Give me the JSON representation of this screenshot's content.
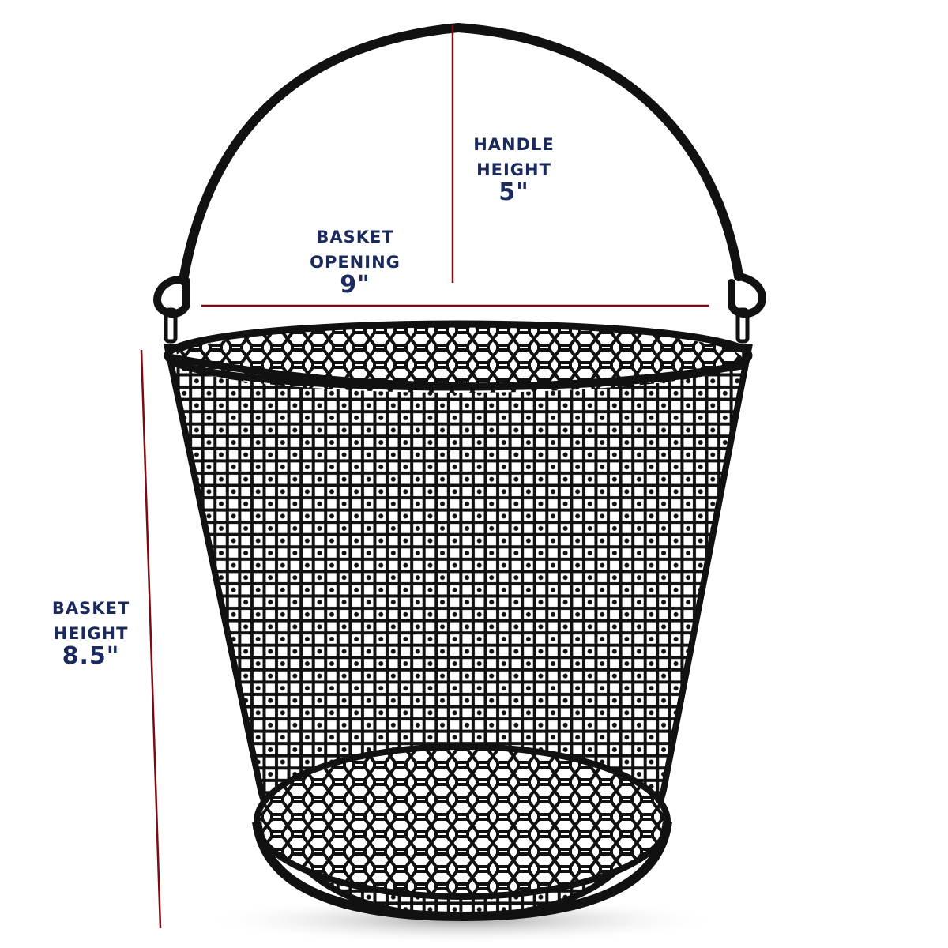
{
  "diagram": {
    "subject": "wire mesh basket with handle",
    "colors": {
      "background": "#ffffff",
      "basket": "#111111",
      "dimension_line": "#7a0c14",
      "label_text": "#1b2a5c"
    },
    "labels": {
      "handle_height": {
        "line1": "Handle",
        "line2": "Height",
        "value": "5\""
      },
      "basket_opening": {
        "line1": "Basket",
        "line2": "Opening",
        "value": "9\""
      },
      "basket_height": {
        "line1": "Basket",
        "line2": "Height",
        "value": "8.5\""
      }
    }
  }
}
